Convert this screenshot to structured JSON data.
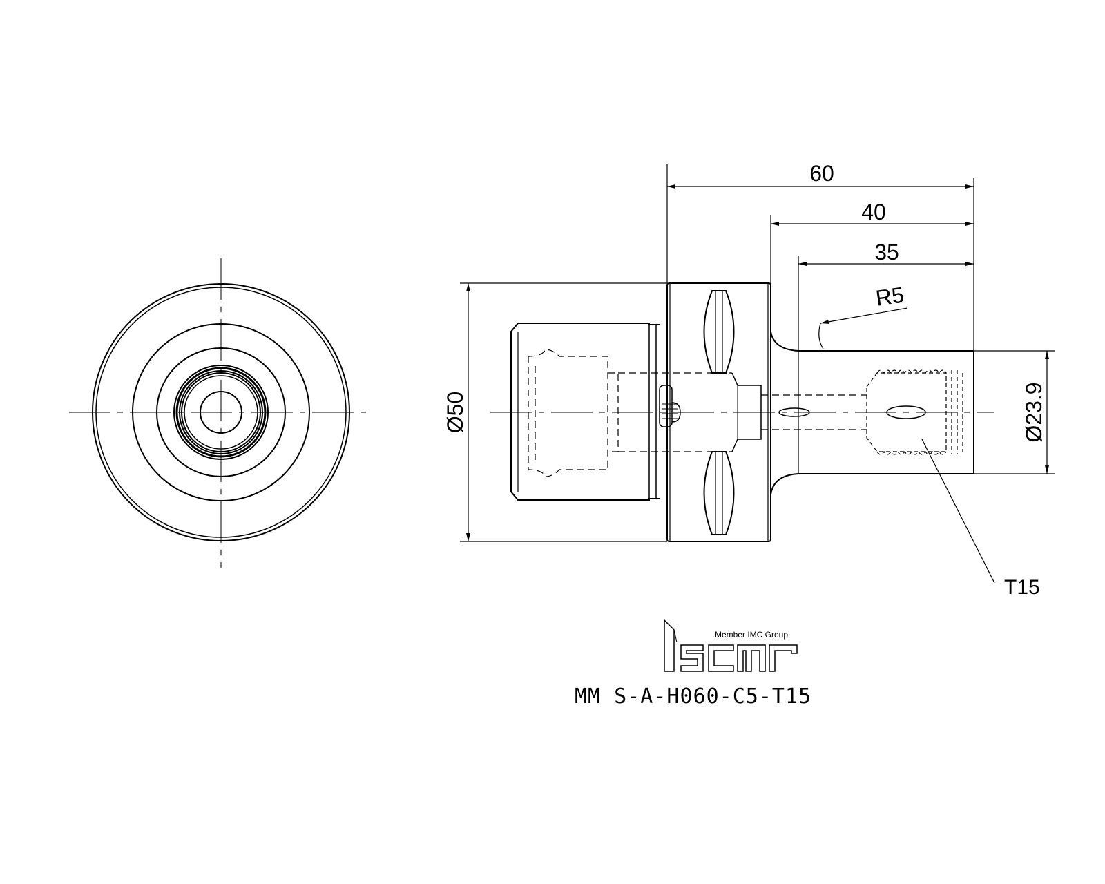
{
  "dimensions": {
    "overall_length": "60",
    "length_40": "40",
    "length_35": "35",
    "fillet_radius": "R5",
    "flange_diameter": "Ø50",
    "shank_diameter": "Ø23.9",
    "screw_callout": "T15"
  },
  "branding": {
    "member_text": "Member IMC Group",
    "logo": "iscar-logo"
  },
  "part_number": "MM S-A-H060-C5-T15",
  "colors": {
    "line": "#000000",
    "background": "#ffffff"
  }
}
